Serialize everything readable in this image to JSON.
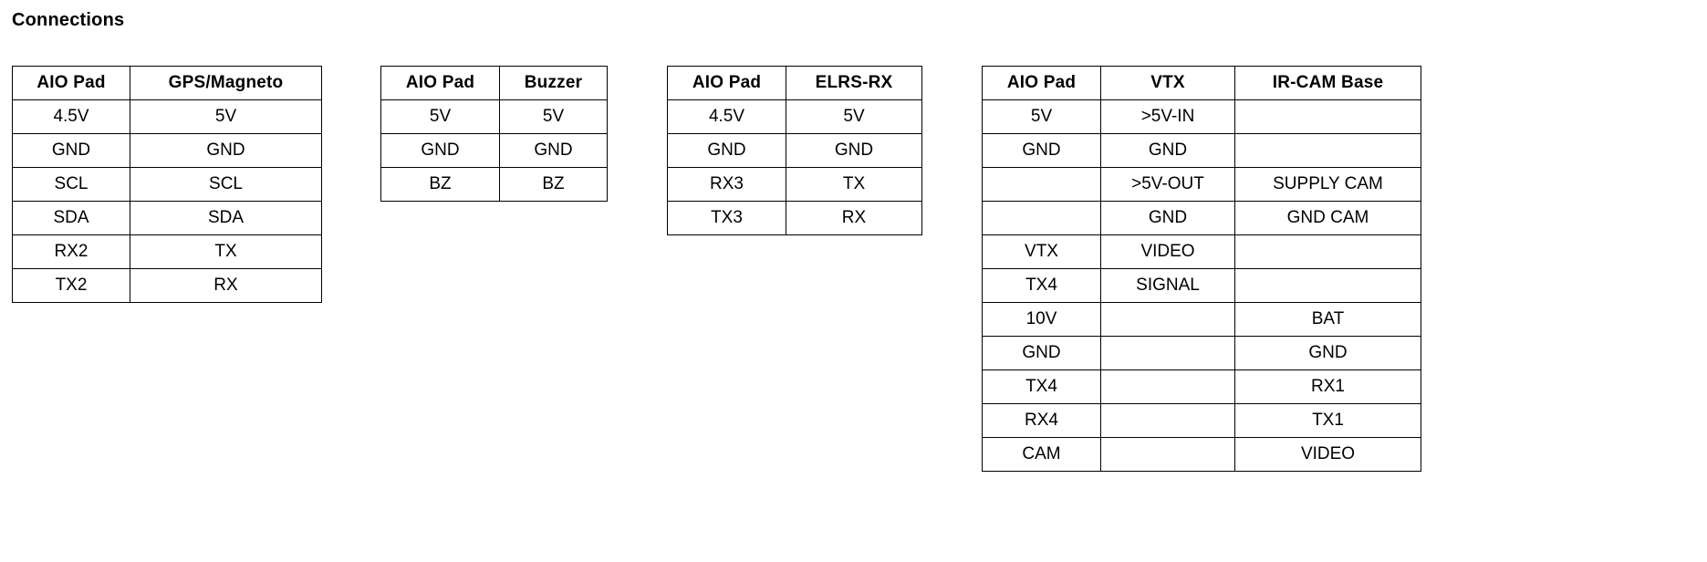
{
  "page": {
    "title": "Connections",
    "background_color": "#ffffff",
    "text_color": "#000000",
    "border_color": "#000000"
  },
  "tables": [
    {
      "id": "gps-magneto",
      "headers": [
        "AIO Pad",
        "GPS/Magneto"
      ],
      "rows": [
        [
          "4.5V",
          "5V"
        ],
        [
          "GND",
          "GND"
        ],
        [
          "SCL",
          "SCL"
        ],
        [
          "SDA",
          "SDA"
        ],
        [
          "RX2",
          "TX"
        ],
        [
          "TX2",
          "RX"
        ]
      ]
    },
    {
      "id": "buzzer",
      "headers": [
        "AIO Pad",
        "Buzzer"
      ],
      "rows": [
        [
          "5V",
          "5V"
        ],
        [
          "GND",
          "GND"
        ],
        [
          "BZ",
          "BZ"
        ]
      ]
    },
    {
      "id": "elrs-rx",
      "headers": [
        "AIO Pad",
        "ELRS-RX"
      ],
      "rows": [
        [
          "4.5V",
          "5V"
        ],
        [
          "GND",
          "GND"
        ],
        [
          "RX3",
          "TX"
        ],
        [
          "TX3",
          "RX"
        ]
      ]
    },
    {
      "id": "vtx-ircam",
      "headers": [
        "AIO Pad",
        "VTX",
        "IR-CAM Base"
      ],
      "rows": [
        [
          "5V",
          ">5V-IN",
          ""
        ],
        [
          "GND",
          "GND",
          ""
        ],
        [
          "",
          ">5V-OUT",
          "SUPPLY CAM"
        ],
        [
          "",
          "GND",
          "GND CAM"
        ],
        [
          "VTX",
          "VIDEO",
          ""
        ],
        [
          "TX4",
          "SIGNAL",
          ""
        ],
        [
          "10V",
          "",
          "BAT"
        ],
        [
          "GND",
          "",
          "GND"
        ],
        [
          "TX4",
          "",
          "RX1"
        ],
        [
          "RX4",
          "",
          "TX1"
        ],
        [
          "CAM",
          "",
          "VIDEO"
        ]
      ]
    }
  ]
}
